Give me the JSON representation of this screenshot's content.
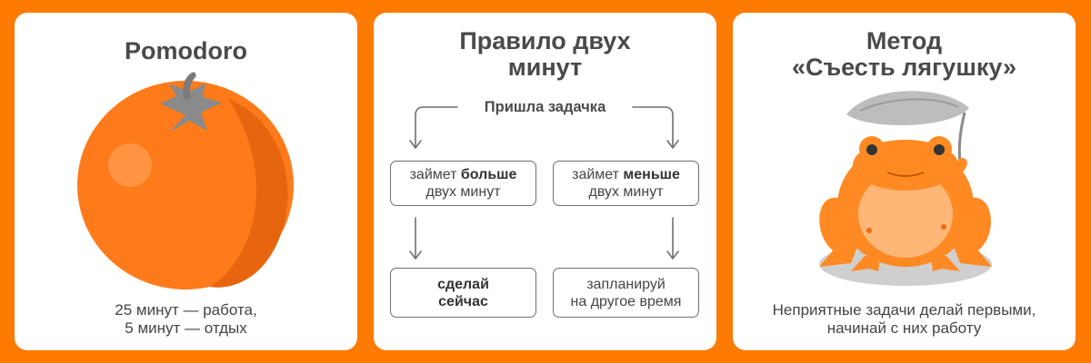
{
  "pomodoro": {
    "title": "Pomodoro",
    "caption_line1": "25 минут — работа,",
    "caption_line2": "5 минут — отдых"
  },
  "two_minute": {
    "title_line1": "Правило двух",
    "title_line2": "минут",
    "start": "Пришла задачка",
    "left_box": {
      "pre": "займет ",
      "bold": "больше",
      "line2": "двух минут"
    },
    "right_box": {
      "pre": "займет ",
      "bold": "меньше",
      "line2": "двух минут"
    },
    "do_now": {
      "line1": "сделай",
      "line2": "сейчас"
    },
    "plan": {
      "line1": "запланируй",
      "line2": "на другое время"
    }
  },
  "frog": {
    "title_line1": "Метод",
    "title_line2": "«Съесть лягушку»",
    "caption_line1": "Неприятные задачи делай первыми,",
    "caption_line2": "начинай с них работу"
  },
  "colors": {
    "background": "#ff7a00",
    "card": "#ffffff",
    "tomato": "#ff7a1a",
    "tomato_shade": "#e8650f",
    "stem": "#8a8a8a",
    "frog": "#ff8a24",
    "frog_belly": "#ffb777"
  },
  "icons": [
    "tomato-illustration",
    "frog-illustration",
    "arrow-down-icon"
  ]
}
